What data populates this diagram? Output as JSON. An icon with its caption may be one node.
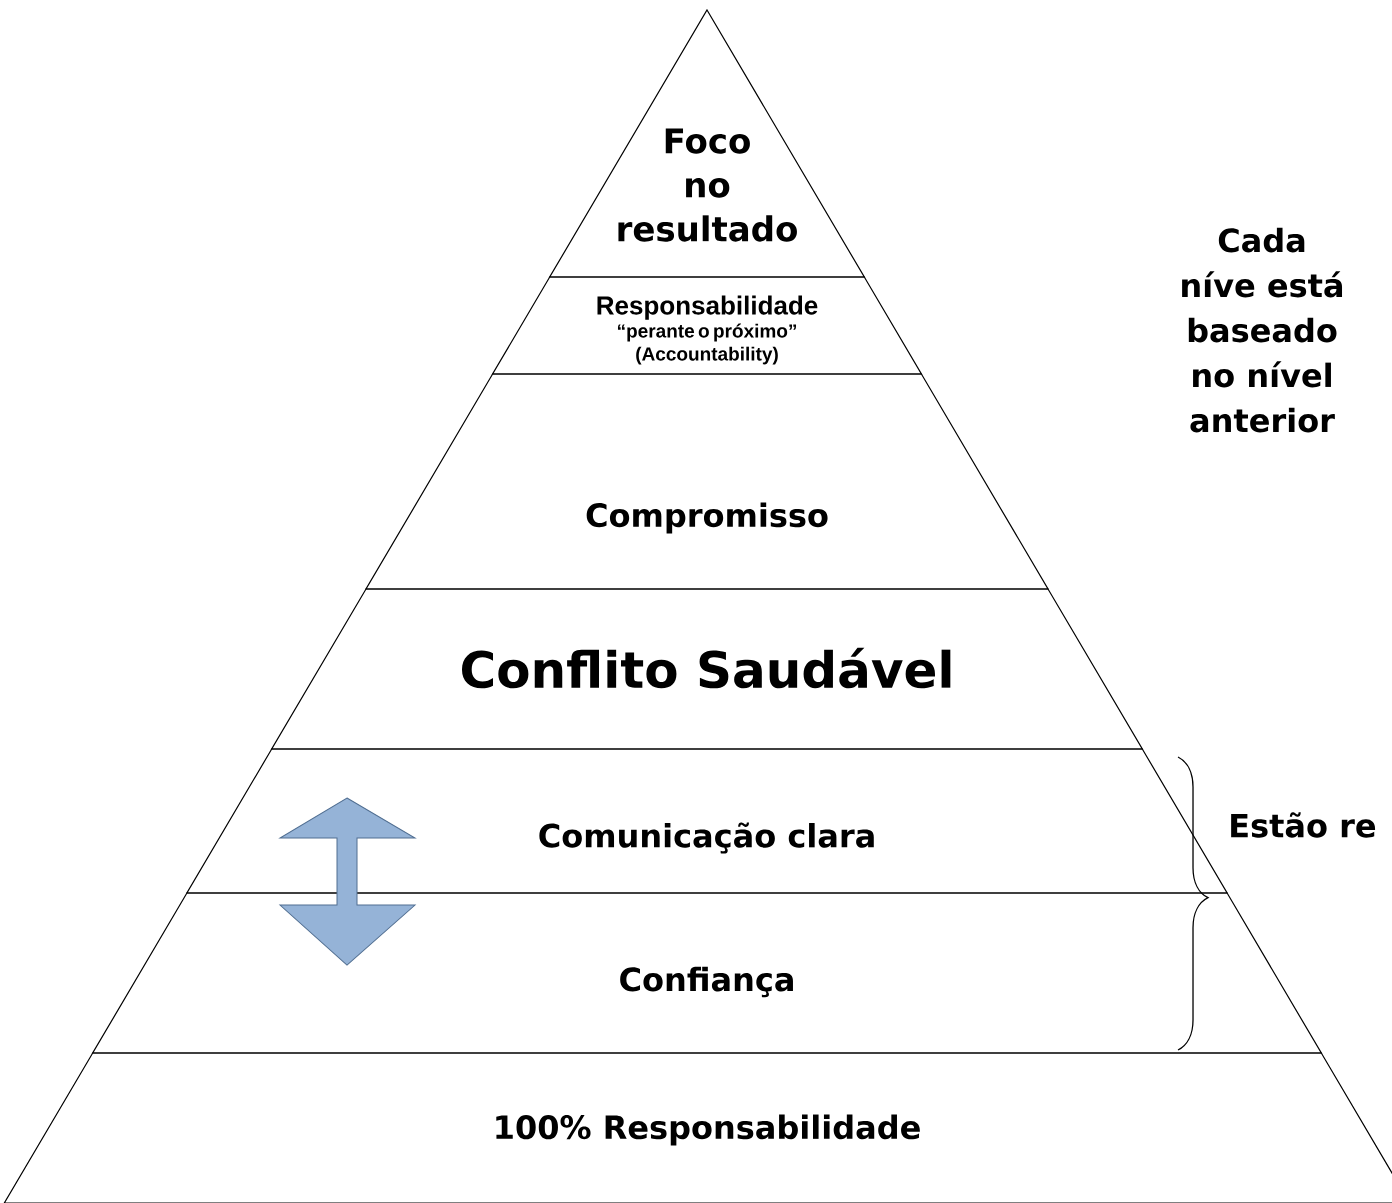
{
  "diagram": {
    "nodes": [
      {
        "text": [
          "Foco no resultado"
        ]
      },
      {
        "text": [
          "Responsabilidade",
          "“perante o próximo” (Accountability)"
        ]
      },
      {
        "text": [
          "Compromisso"
        ]
      },
      {
        "text": [
          "Conflito Saudável"
        ]
      },
      {
        "text": [
          "Comunicação clara"
        ]
      },
      {
        "text": [
          "Confiança"
        ]
      },
      {
        "text": [
          "100% Responsabilidade"
        ]
      }
    ],
    "edges": [
      {
        "from": 4,
        "to": 5,
        "arrow": "both"
      }
    ],
    "labels": [
      "Cada níve está baseado no nível anterior",
      "Estão re"
    ]
  }
}
